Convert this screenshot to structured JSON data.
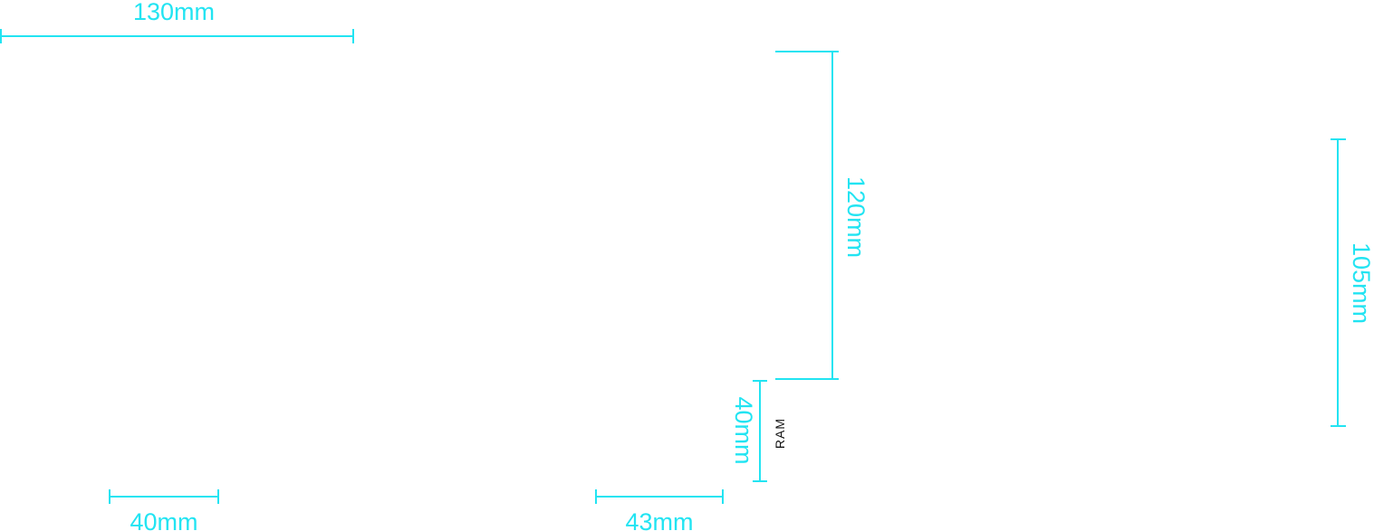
{
  "colors": {
    "dimension": "#22e4f2",
    "text": "#111111",
    "background": "#ffffff"
  },
  "dimensions": {
    "width_130": "130mm",
    "height_120": "120mm",
    "height_105": "105mm",
    "height_40": "40mm",
    "width_40": "40mm",
    "width_43": "43mm"
  },
  "labels": {
    "ram": "RAM"
  }
}
